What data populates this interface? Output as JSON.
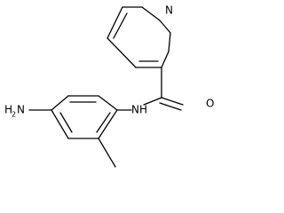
{
  "molecule": {
    "atoms": {
      "pyridine_n": "N",
      "carbonyl_o": "O",
      "amide_nh": "NH",
      "amine_h": "H",
      "amine_subscript": "2",
      "amine_n": "N"
    }
  }
}
